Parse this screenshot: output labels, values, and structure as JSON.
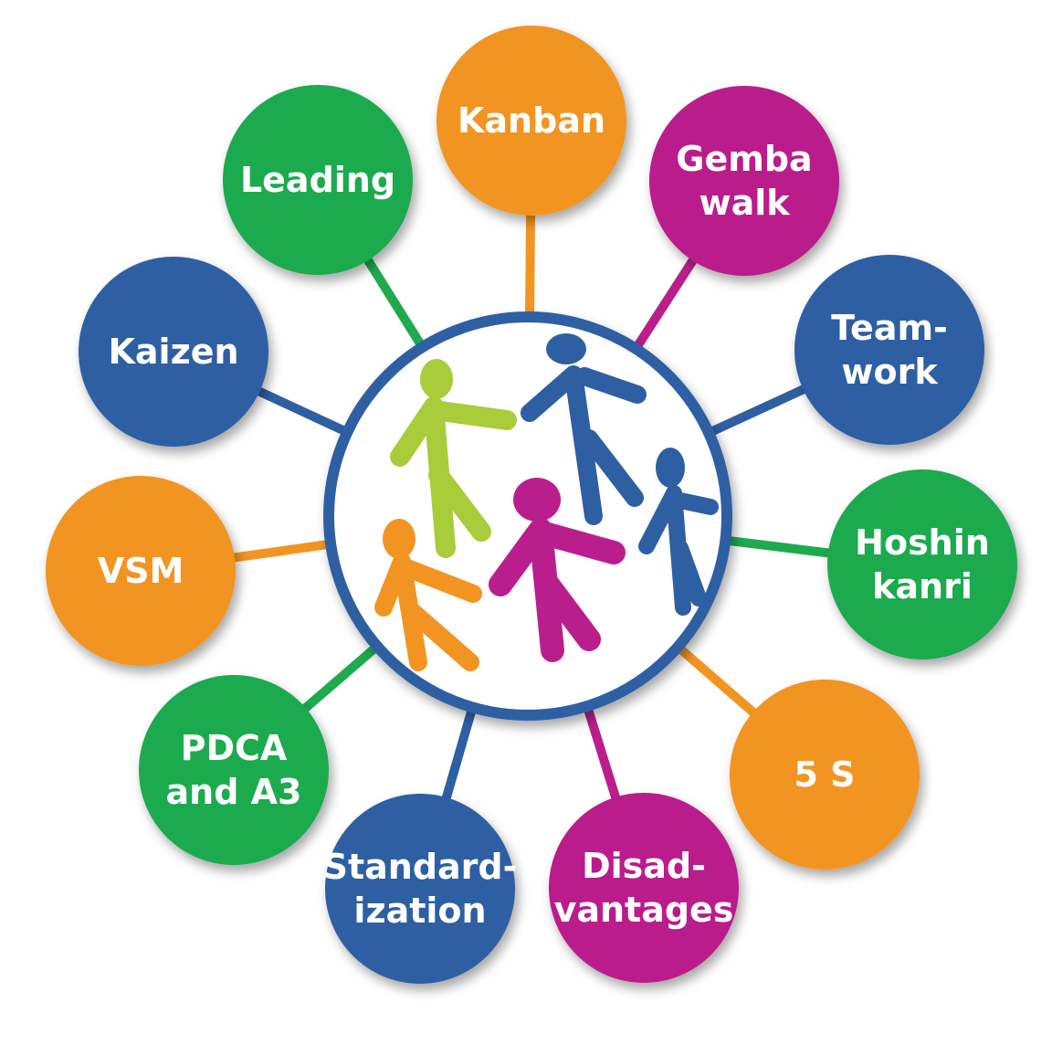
{
  "palette": {
    "orange": "#F29422",
    "magenta": "#BA1E8C",
    "blue": "#2E5FA3",
    "green": "#1FAA4F",
    "lime": "#A8CC3A",
    "hub_ring": "#2E5FA3",
    "hub_fill": "#ffffff"
  },
  "hub": {
    "icon": "people-group-icon",
    "figures": [
      {
        "name": "figure-lime",
        "color": "lime"
      },
      {
        "name": "figure-blue-tall",
        "color": "blue"
      },
      {
        "name": "figure-blue-small",
        "color": "blue"
      },
      {
        "name": "figure-magenta",
        "color": "magenta"
      },
      {
        "name": "figure-orange",
        "color": "orange"
      }
    ]
  },
  "nodes": [
    {
      "id": "kanban",
      "lines": [
        "Kanban"
      ],
      "color": "orange"
    },
    {
      "id": "gemba-walk",
      "lines": [
        "Gemba",
        "walk"
      ],
      "color": "magenta"
    },
    {
      "id": "teamwork",
      "lines": [
        "Team-",
        "work"
      ],
      "color": "blue"
    },
    {
      "id": "hoshin-kanri",
      "lines": [
        "Hoshin",
        "kanri"
      ],
      "color": "green"
    },
    {
      "id": "5s",
      "lines": [
        "5 S"
      ],
      "color": "orange"
    },
    {
      "id": "disadvantages",
      "lines": [
        "Disad-",
        "vantages"
      ],
      "color": "magenta"
    },
    {
      "id": "standardization",
      "lines": [
        "Standard-",
        "ization"
      ],
      "color": "blue"
    },
    {
      "id": "pdca-a3",
      "lines": [
        "PDCA",
        "and A3"
      ],
      "color": "green"
    },
    {
      "id": "vsm",
      "lines": [
        "VSM"
      ],
      "color": "orange"
    },
    {
      "id": "kaizen",
      "lines": [
        "Kaizen"
      ],
      "color": "blue"
    },
    {
      "id": "leading",
      "lines": [
        "Leading"
      ],
      "color": "green"
    }
  ]
}
